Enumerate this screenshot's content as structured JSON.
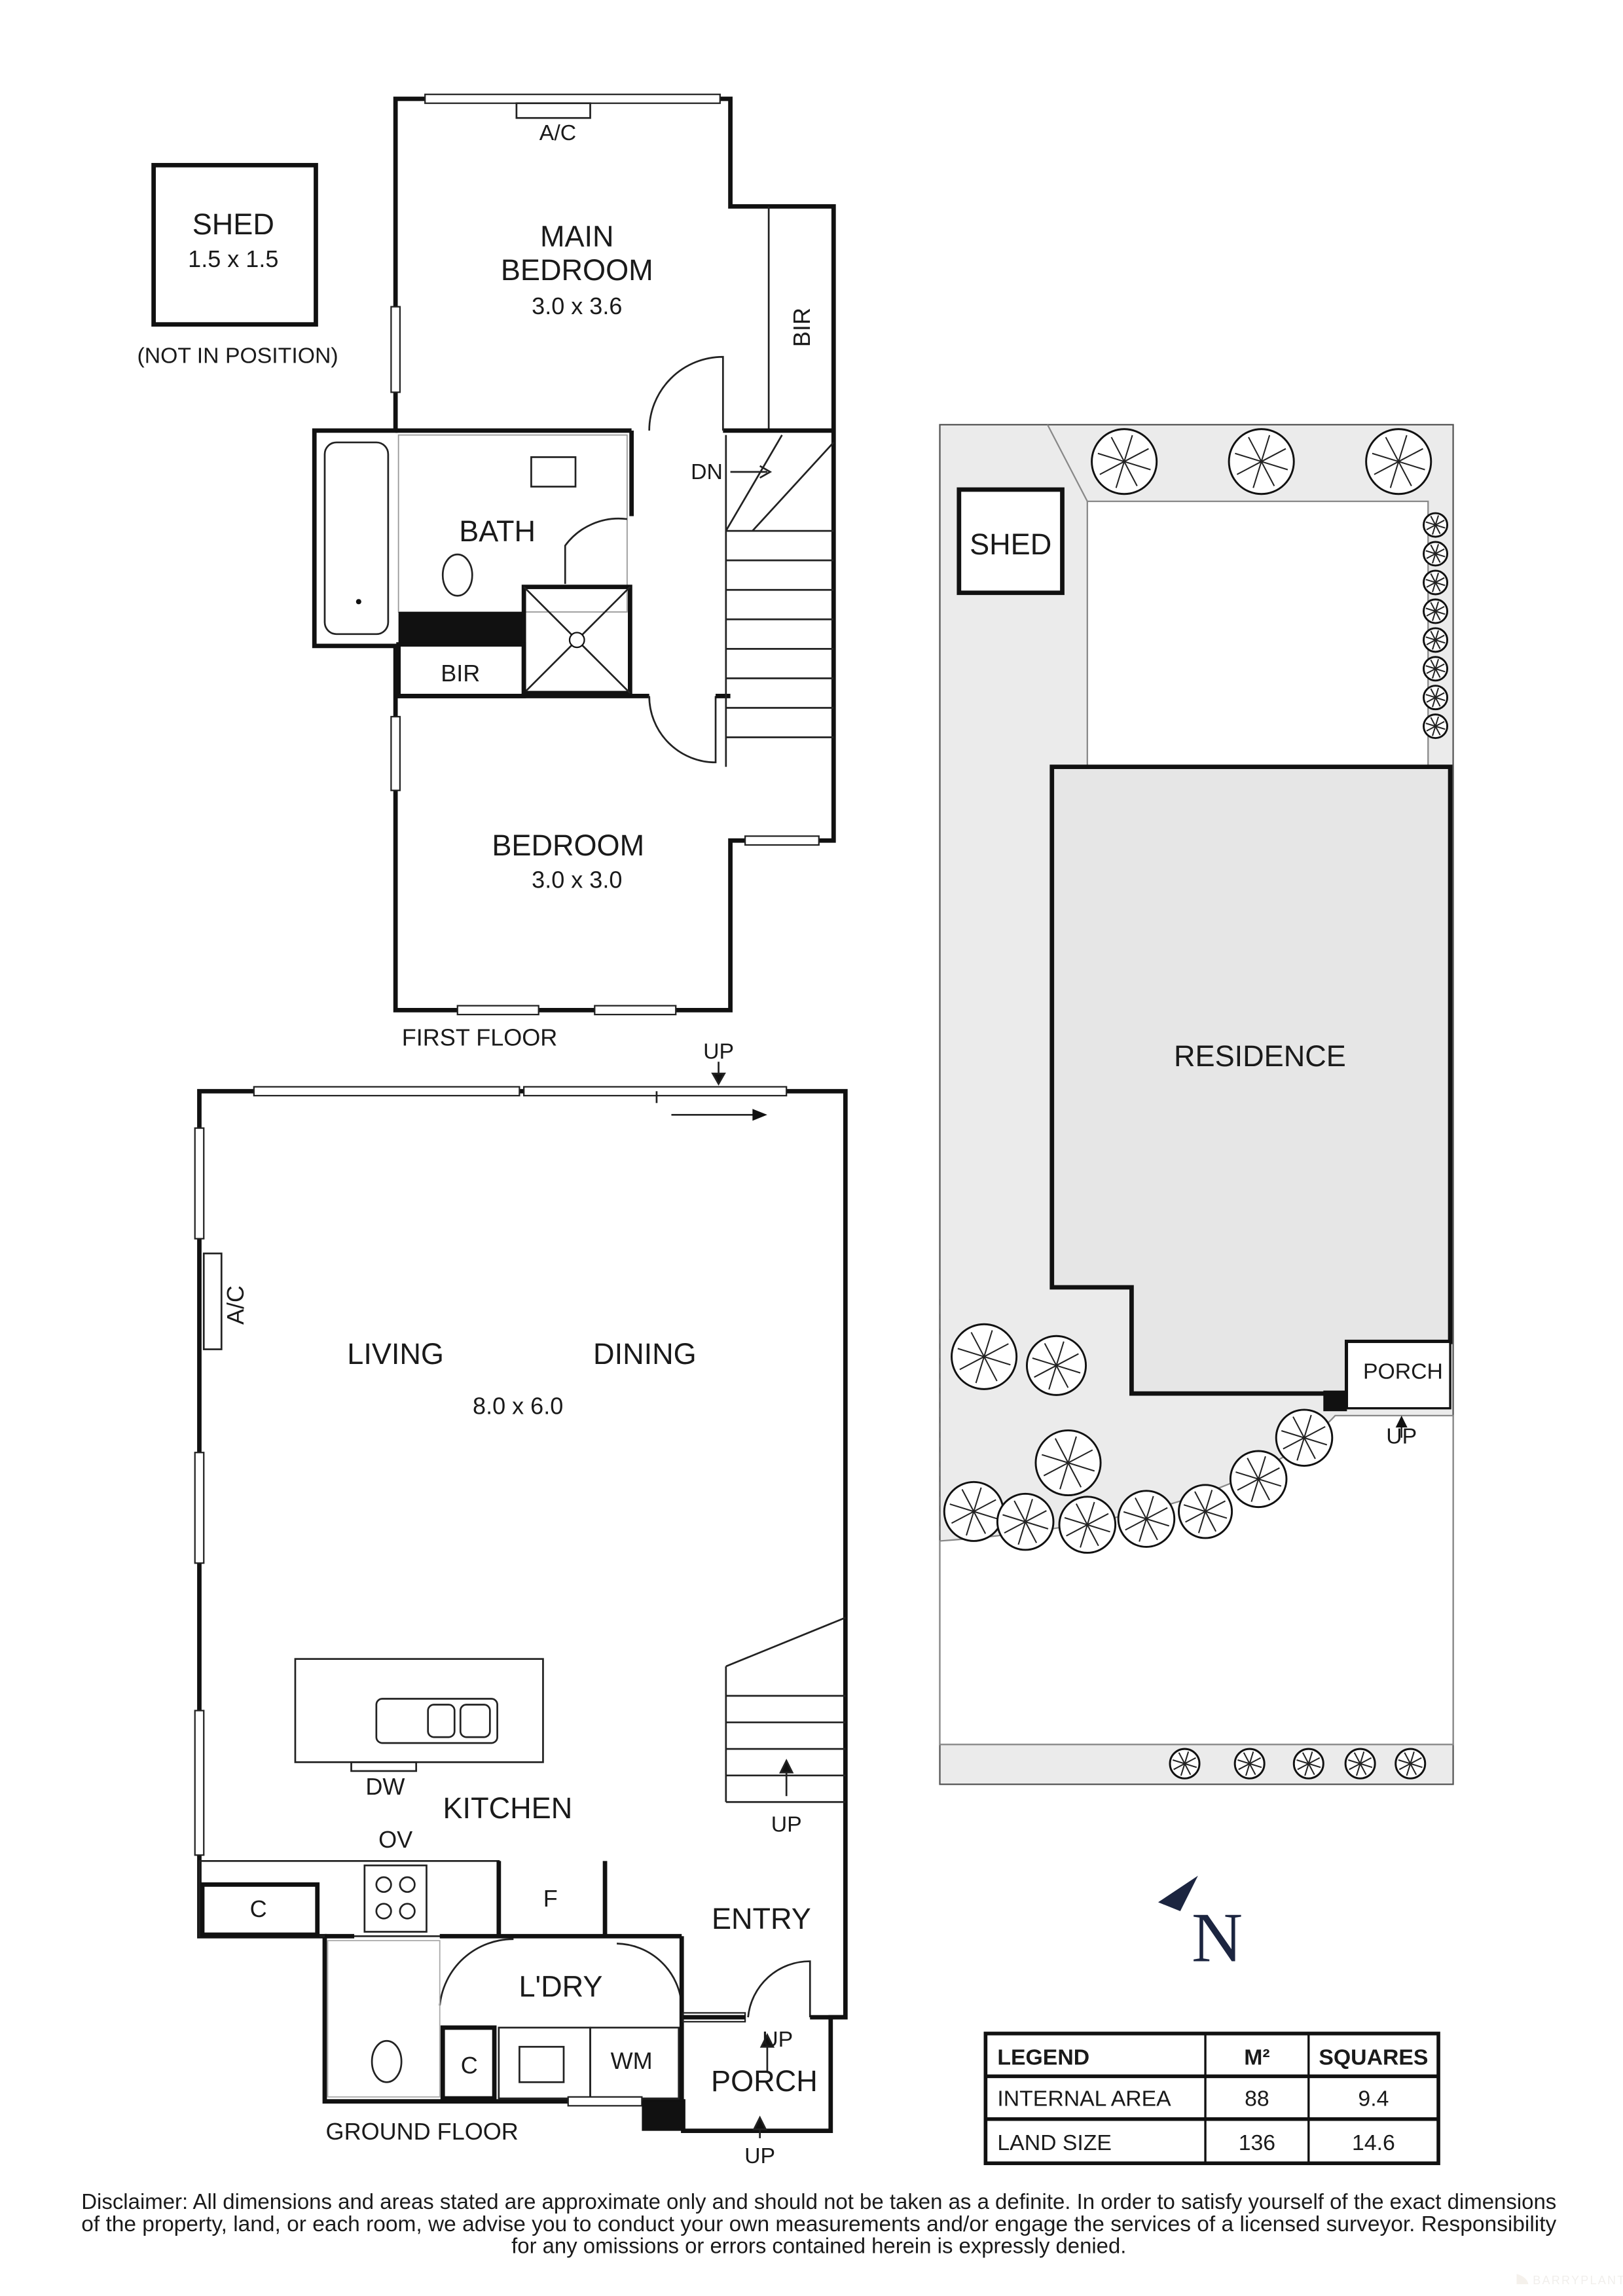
{
  "first_floor": {
    "label": "FIRST FLOOR",
    "rooms": {
      "main_bedroom_line1": "MAIN",
      "main_bedroom_line2": "BEDROOM",
      "main_bedroom_dim": "3.0 x 3.6",
      "ac": "A/C",
      "bir_main": "BIR",
      "bath": "BATH",
      "bir": "BIR",
      "dn": "DN",
      "bedroom": "BEDROOM",
      "bedroom_dim": "3.0 x 3.0"
    }
  },
  "shed_detail": {
    "label": "SHED",
    "dim": "1.5 x 1.5",
    "note": "(NOT IN POSITION)"
  },
  "ground_floor": {
    "label": "GROUND FLOOR",
    "rooms": {
      "up_top": "UP",
      "ac": "A/C",
      "living": "LIVING",
      "dining": "DINING",
      "living_dim": "8.0 x 6.0",
      "dw": "DW",
      "kitchen": "KITCHEN",
      "ov": "OV",
      "c1": "C",
      "f": "F",
      "entry": "ENTRY",
      "up_stair": "UP",
      "laundry": "L'DRY",
      "c2": "C",
      "wm": "WM",
      "up_entry": "UP",
      "porch": "PORCH",
      "up_porch": "UP"
    }
  },
  "site_plan": {
    "shed": "SHED",
    "residence": "RESIDENCE",
    "porch": "PORCH",
    "up": "UP"
  },
  "north": {
    "label": "N",
    "color": "#1c2540"
  },
  "legend": {
    "headers": [
      "LEGEND",
      "M²",
      "SQUARES"
    ],
    "rows": [
      [
        "INTERNAL AREA",
        "88",
        "9.4"
      ],
      [
        "LAND SIZE",
        "136",
        "14.6"
      ]
    ]
  },
  "disclaimer": {
    "line1": "Disclaimer: All dimensions and areas stated are approximate only and should not be taken as a definite. In order to satisfy yourself of the exact dimensions",
    "line2": "of the property, land, or each room, we advise you to conduct your own measurements and/or engage the services of a licensed surveyor. Responsibility",
    "line3": "for any omissions or errors contained herein is expressly denied."
  },
  "watermark": "BARRYPLANT",
  "colors": {
    "wall": "#111111",
    "site_fill": "#ebebeb",
    "residence_fill": "#e6e6e6",
    "north": "#1c2540"
  }
}
